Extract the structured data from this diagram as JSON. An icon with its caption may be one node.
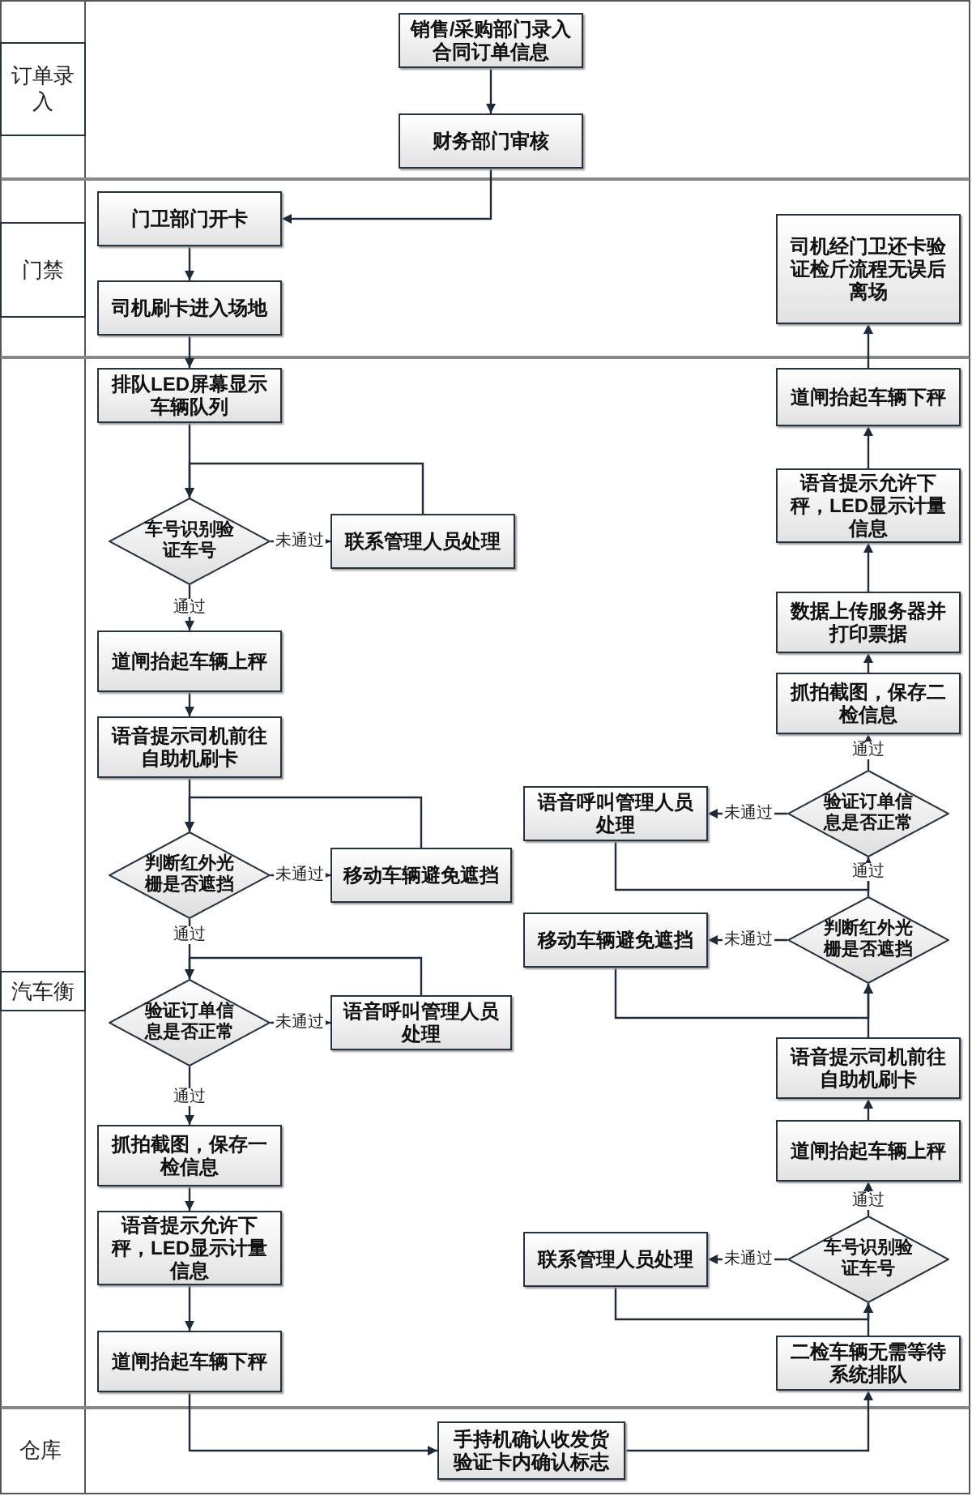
{
  "diagram": {
    "nodes": [
      {
        "text": [
          "订单录入"
        ]
      },
      {
        "text": [
          "门禁"
        ]
      },
      {
        "text": [
          "汽车衡"
        ]
      },
      {
        "text": [
          "销售/采购部门录入合同订单信息"
        ]
      },
      {
        "text": [
          "财务部门审核"
        ]
      },
      {
        "text": [
          "门卫部门开卡"
        ]
      },
      {
        "text": [
          "司机刷卡进入场地"
        ]
      },
      {
        "text": [
          "司机经门卫还卡验证检斤流程无误后离场"
        ]
      },
      {
        "text": [
          "排队LED屏幕显示车辆队列"
        ]
      },
      {
        "text": [
          "车号识别验证车号"
        ]
      },
      {
        "text": [
          "联系管理人员处理"
        ]
      },
      {
        "text": [
          "道闸抬起车辆上秤"
        ]
      },
      {
        "text": [
          "语音提示司机前往自助机刷卡"
        ]
      },
      {
        "text": [
          "判断红外光栅是否遮挡"
        ]
      },
      {
        "text": [
          "移动车辆避免遮挡"
        ]
      },
      {
        "text": [
          "验证订单信息是否正常"
        ]
      },
      {
        "text": [
          "语音呼叫管理人员处理"
        ]
      },
      {
        "text": [
          "抓拍截图，保存一检信息"
        ]
      },
      {
        "text": [
          "语音提示允许下秤，LED显示计量信息"
        ]
      },
      {
        "text": [
          "道闸抬起车辆下秤"
        ]
      },
      {
        "text": [
          "手持机确认收发货验证卡内确认标志"
        ]
      },
      {
        "text": [
          "二检车辆无需等待系统排队"
        ]
      },
      {
        "text": [
          "车号识别验证车号"
        ]
      },
      {
        "text": [
          "联系管理人员处理"
        ]
      },
      {
        "text": [
          "道闸抬起车辆上秤"
        ]
      },
      {
        "text": [
          "语音提示司机前往自助机刷卡"
        ]
      },
      {
        "text": [
          "判断红外光栅是否遮挡"
        ]
      },
      {
        "text": [
          "移动车辆避免遮挡"
        ]
      },
      {
        "text": [
          "验证订单信息是否正常"
        ]
      },
      {
        "text": [
          "语音呼叫管理人员处理"
        ]
      },
      {
        "text": [
          "抓拍截图，保存二检信息"
        ]
      },
      {
        "text": [
          "数据上传服务器并打印票据"
        ]
      },
      {
        "text": [
          "语音提示允许下秤，LED显示计量信息"
        ]
      },
      {
        "text": [
          "道闸抬起车辆下秤"
        ]
      }
    ],
    "edges": [
      {
        "from": 3,
        "to": 4,
        "arrow": "to"
      },
      {
        "from": 4,
        "to": 5,
        "arrow": "to"
      },
      {
        "from": 5,
        "to": 6,
        "arrow": "to"
      },
      {
        "from": 6,
        "to": 8,
        "arrow": "to"
      },
      {
        "from": 8,
        "to": 9,
        "arrow": "to"
      },
      {
        "from": 9,
        "to": 10,
        "arrow": "to",
        "label": "未通过"
      },
      {
        "from": 10,
        "to": 9,
        "arrow": "to"
      },
      {
        "from": 9,
        "to": 11,
        "arrow": "to",
        "label": "通过"
      },
      {
        "from": 11,
        "to": 12,
        "arrow": "to"
      },
      {
        "from": 12,
        "to": 13,
        "arrow": "to"
      },
      {
        "from": 13,
        "to": 14,
        "arrow": "to",
        "label": "未通过"
      },
      {
        "from": 14,
        "to": 13,
        "arrow": "to"
      },
      {
        "from": 13,
        "to": 15,
        "arrow": "to",
        "label": "通过"
      },
      {
        "from": 15,
        "to": 16,
        "arrow": "to",
        "label": "未通过"
      },
      {
        "from": 16,
        "to": 15,
        "arrow": "to"
      },
      {
        "from": 15,
        "to": 17,
        "arrow": "to",
        "label": "通过"
      },
      {
        "from": 17,
        "to": 18,
        "arrow": "to"
      },
      {
        "from": 18,
        "to": 19,
        "arrow": "to"
      },
      {
        "from": 19,
        "to": 20,
        "arrow": "to"
      },
      {
        "from": 20,
        "to": 21,
        "arrow": "to"
      },
      {
        "from": 21,
        "to": 22,
        "arrow": "to"
      },
      {
        "from": 22,
        "to": 23,
        "arrow": "to",
        "label": "未通过"
      },
      {
        "from": 23,
        "to": 22,
        "arrow": "to"
      },
      {
        "from": 22,
        "to": 24,
        "arrow": "to",
        "label": "通过"
      },
      {
        "from": 24,
        "to": 25,
        "arrow": "to"
      },
      {
        "from": 25,
        "to": 26,
        "arrow": "to"
      },
      {
        "from": 26,
        "to": 27,
        "arrow": "to",
        "label": "未通过"
      },
      {
        "from": 27,
        "to": 26,
        "arrow": "to"
      },
      {
        "from": 26,
        "to": 28,
        "arrow": "to",
        "label": "通过"
      },
      {
        "from": 28,
        "to": 29,
        "arrow": "to",
        "label": "未通过"
      },
      {
        "from": 29,
        "to": 28,
        "arrow": "to"
      },
      {
        "from": 28,
        "to": 30,
        "arrow": "to",
        "label": "通过"
      },
      {
        "from": 30,
        "to": 31,
        "arrow": "to"
      },
      {
        "from": 31,
        "to": 32,
        "arrow": "to"
      },
      {
        "from": 32,
        "to": 33,
        "arrow": "to"
      },
      {
        "from": 33,
        "to": 7,
        "arrow": "to"
      }
    ],
    "labels": [
      "仓库"
    ]
  }
}
